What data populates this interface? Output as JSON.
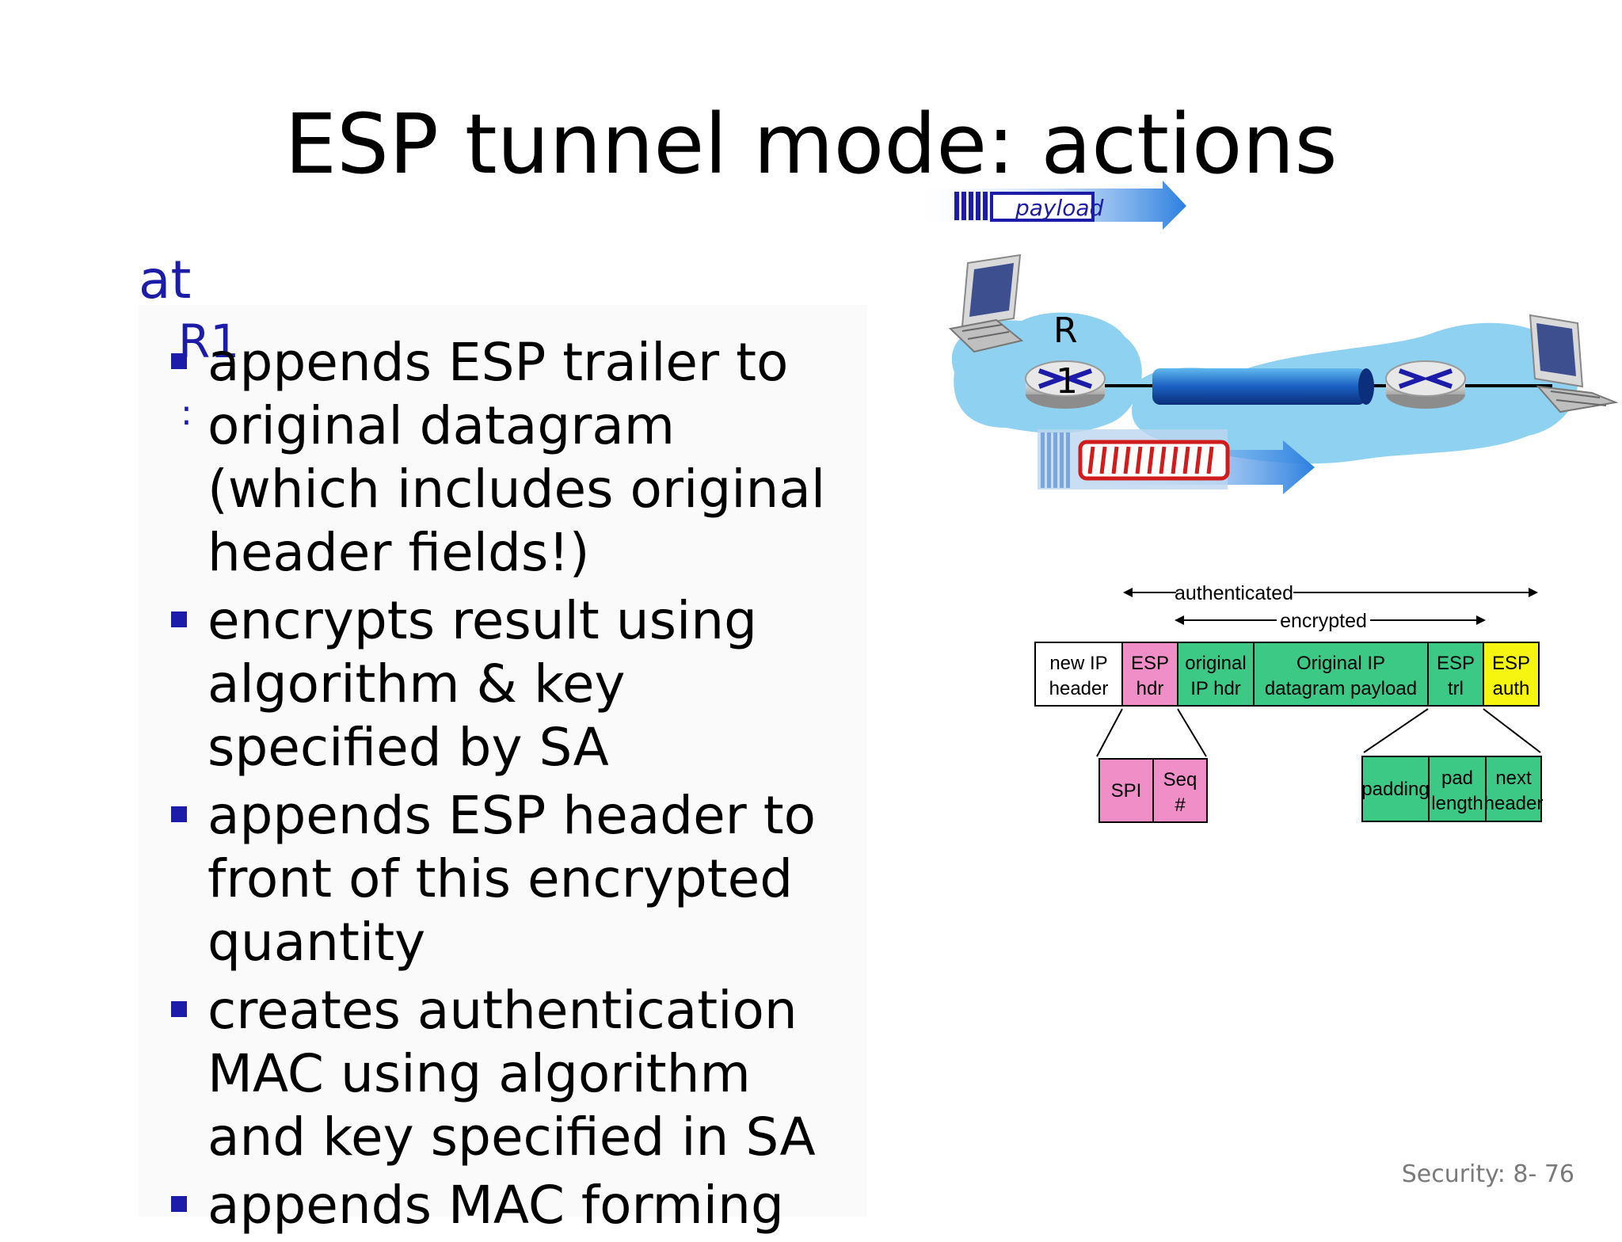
{
  "slide": {
    "title": "ESP tunnel mode: actions",
    "at_label": "at",
    "r1_label": "R1",
    "colon": ":",
    "bullets": [
      "appends ESP trailer to original datagram (which includes original header fields!)",
      "encrypts result using algorithm & key specified by SA",
      "appends ESP header to front of this encrypted quantity",
      "creates authentication MAC using algorithm and key specified in SA",
      "appends MAC forming"
    ],
    "footer": "Security: 8- 76"
  },
  "network": {
    "payload_label": "payload",
    "router_label_r": "R",
    "router_label_1": "1"
  },
  "packet": {
    "authenticated_label": "authenticated",
    "encrypted_label": "encrypted",
    "fields": {
      "new_ip_1": "new IP",
      "new_ip_2": "header",
      "esp_hdr_1": "ESP",
      "esp_hdr_2": "hdr",
      "orig_ip_1": "original",
      "orig_ip_2": "IP hdr",
      "orig_payload_1": "Original IP",
      "orig_payload_2": "datagram payload",
      "esp_trl_1": "ESP",
      "esp_trl_2": "trl",
      "esp_auth_1": "ESP",
      "esp_auth_2": "auth"
    },
    "header_detail": {
      "spi": "SPI",
      "seq_1": "Seq",
      "seq_2": "#"
    },
    "trailer_detail": {
      "padding": "padding",
      "pad_len_1": "pad",
      "pad_len_2": "length",
      "next_hdr_1": "next",
      "next_hdr_2": "header"
    }
  },
  "colors": {
    "bullet": "#1c1ca8",
    "esp_hdr": "#f08ec8",
    "esp_green": "#3cc986",
    "esp_auth": "#f5f511",
    "cloud": "#8fd1f0"
  }
}
